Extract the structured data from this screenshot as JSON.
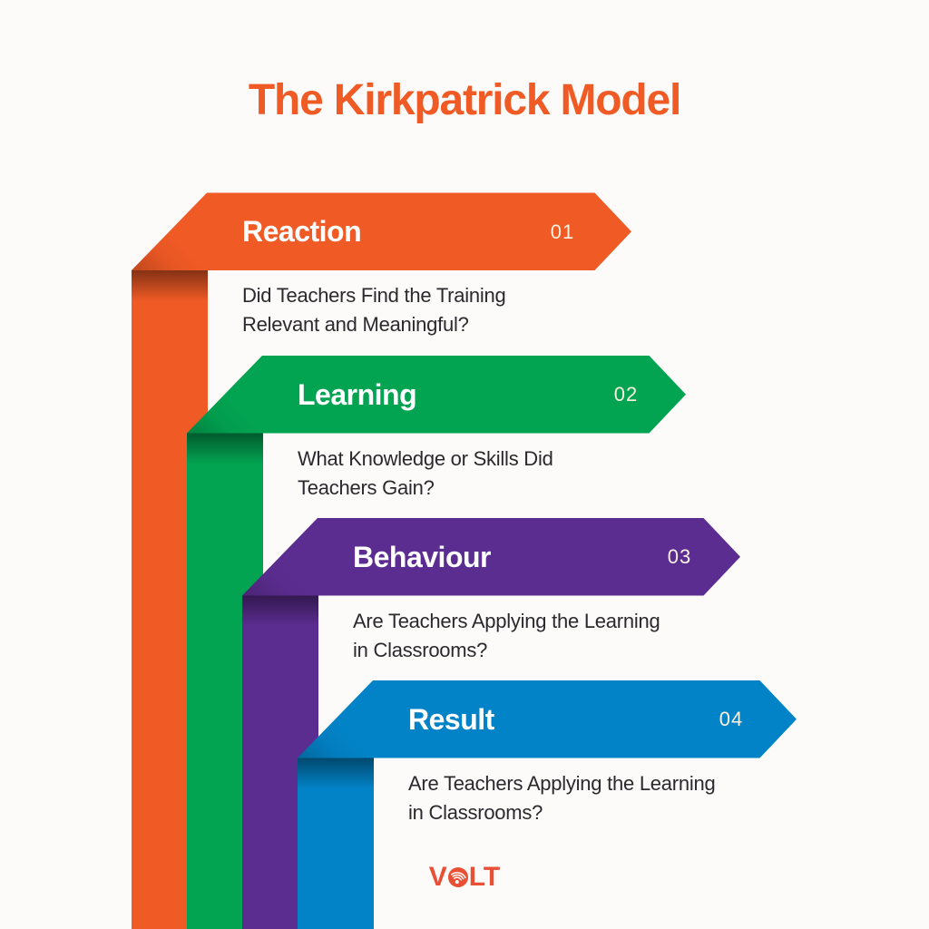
{
  "title": "The Kirkpatrick Model",
  "colors": {
    "title": "#F05A25",
    "description_text": "#2A292D",
    "number_text": "#FAF2E0",
    "background": "#FCFBF9",
    "logo": "#E94F35"
  },
  "levels": [
    {
      "label": "Reaction",
      "number": "01",
      "color": "#F05A25",
      "desc_line1": "Did Teachers Find the Training",
      "desc_line2": "Relevant and Meaningful?"
    },
    {
      "label": "Learning",
      "number": "02",
      "color": "#02A351",
      "desc_line1": "What Knowledge or Skills Did",
      "desc_line2": "Teachers Gain?"
    },
    {
      "label": "Behaviour",
      "number": "03",
      "color": "#5C2D91",
      "desc_line1": "Are Teachers Applying the Learning",
      "desc_line2": "in Classrooms?"
    },
    {
      "label": "Result",
      "number": "04",
      "color": "#0283C7",
      "desc_line1": "Are Teachers Applying the Learning",
      "desc_line2": "in Classrooms?"
    }
  ],
  "logo": {
    "part1": "V",
    "part2": "LT",
    "label": "VOLT"
  }
}
